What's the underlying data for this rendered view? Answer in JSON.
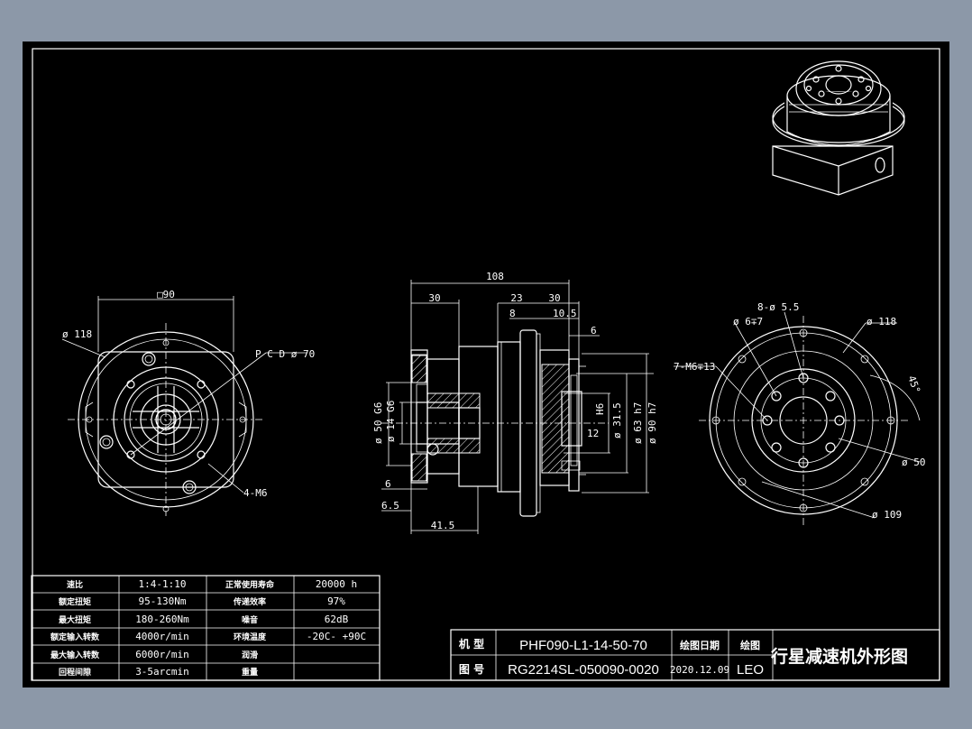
{
  "colors": {
    "background": "#8c98a8",
    "sheet": "#000000",
    "lines": "#ffffff"
  },
  "front_view": {
    "square_dim": "□90",
    "dia_outer": "ø 118",
    "pcd": "P C D ø 70",
    "tap_holes": "4-M6"
  },
  "side_view": {
    "total_length": "108",
    "dim_30_left": "30",
    "dim_23": "23",
    "dim_30_right": "30",
    "dim_8": "8",
    "dim_10_5": "10.5",
    "dim_6_top": "6",
    "dim_d50": "ø 50 G6",
    "dim_d14": "ø 14 G6",
    "dim_h6": "H6",
    "dim_d31_5": "ø 31.5",
    "dim_d63": "ø 63 h7",
    "dim_d90": "ø 90 h7",
    "dim_12": "12",
    "dim_6_left": "6",
    "dim_6_5": "6.5",
    "dim_41_5": "41.5"
  },
  "rear_view": {
    "holes_8": "8-ø 5.5",
    "pin_hole": "ø 6∓7",
    "dia_118": "ø 118",
    "tap_7": "7-M6∓13",
    "angle": "45°",
    "dia_50": "ø 50",
    "dia_109": "ø 109"
  },
  "spec_table": {
    "rows": [
      {
        "k1": "速比",
        "v1": "1:4-1:10",
        "k2": "正常使用寿命",
        "v2": "20000  h"
      },
      {
        "k1": "额定扭矩",
        "v1": "95-130Nm",
        "k2": "传递效率",
        "v2": "97%"
      },
      {
        "k1": "最大扭矩",
        "v1": "180-260Nm",
        "k2": "噪音",
        "v2": "62dB"
      },
      {
        "k1": "额定输入转数",
        "v1": "4000r/min",
        "k2": "环境温度",
        "v2": "-20C- +90C"
      },
      {
        "k1": "最大输入转数",
        "v1": "6000r/min",
        "k2": "润滑",
        "v2": ""
      },
      {
        "k1": "回程间隙",
        "v1": "3-5arcmin",
        "k2": "重量",
        "v2": ""
      }
    ]
  },
  "title_block": {
    "model_label": "机 型",
    "model_value": "PHF090-L1-14-50-70",
    "drawing_no_label": "图 号",
    "drawing_no_value": "RG2214SL-050090-0020",
    "date_label": "绘图日期",
    "date_value": "2020.12.09",
    "drawer_label": "绘图",
    "drawer_value": "LEO",
    "title": "行星减速机外形图"
  }
}
